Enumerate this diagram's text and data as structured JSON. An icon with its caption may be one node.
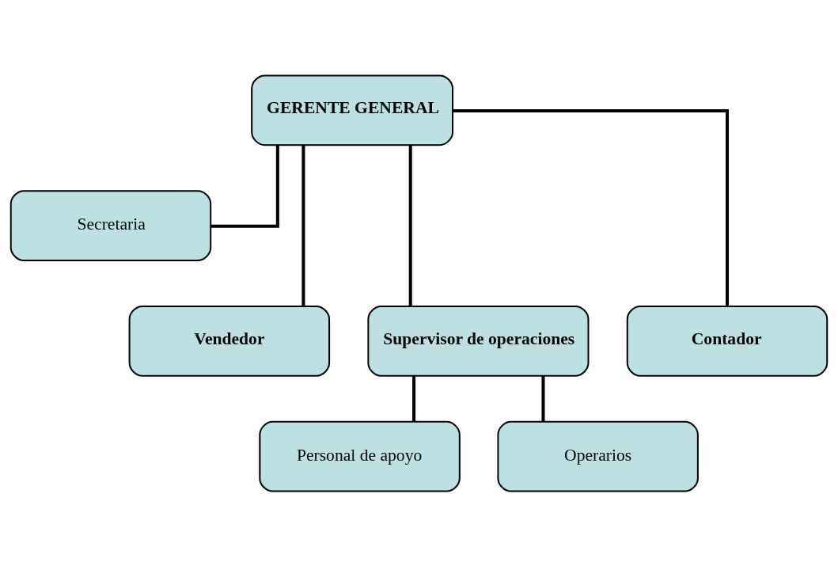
{
  "diagram": {
    "nodes": [
      {
        "text": [
          "GERENTE GENERAL"
        ]
      },
      {
        "text": [
          "Secretaria"
        ]
      },
      {
        "text": [
          "Vendedor"
        ]
      },
      {
        "text": [
          "Supervisor de operaciones"
        ]
      },
      {
        "text": [
          "Contador"
        ]
      },
      {
        "text": [
          "Personal de apoyo"
        ]
      },
      {
        "text": [
          "Operarios"
        ]
      }
    ],
    "edges": [
      {
        "from": 0,
        "to": 1,
        "arrow": "none"
      },
      {
        "from": 0,
        "to": 2,
        "arrow": "none"
      },
      {
        "from": 0,
        "to": 3,
        "arrow": "none"
      },
      {
        "from": 0,
        "to": 4,
        "arrow": "none"
      },
      {
        "from": 3,
        "to": 5,
        "arrow": "none"
      },
      {
        "from": 3,
        "to": 6,
        "arrow": "none"
      }
    ]
  }
}
